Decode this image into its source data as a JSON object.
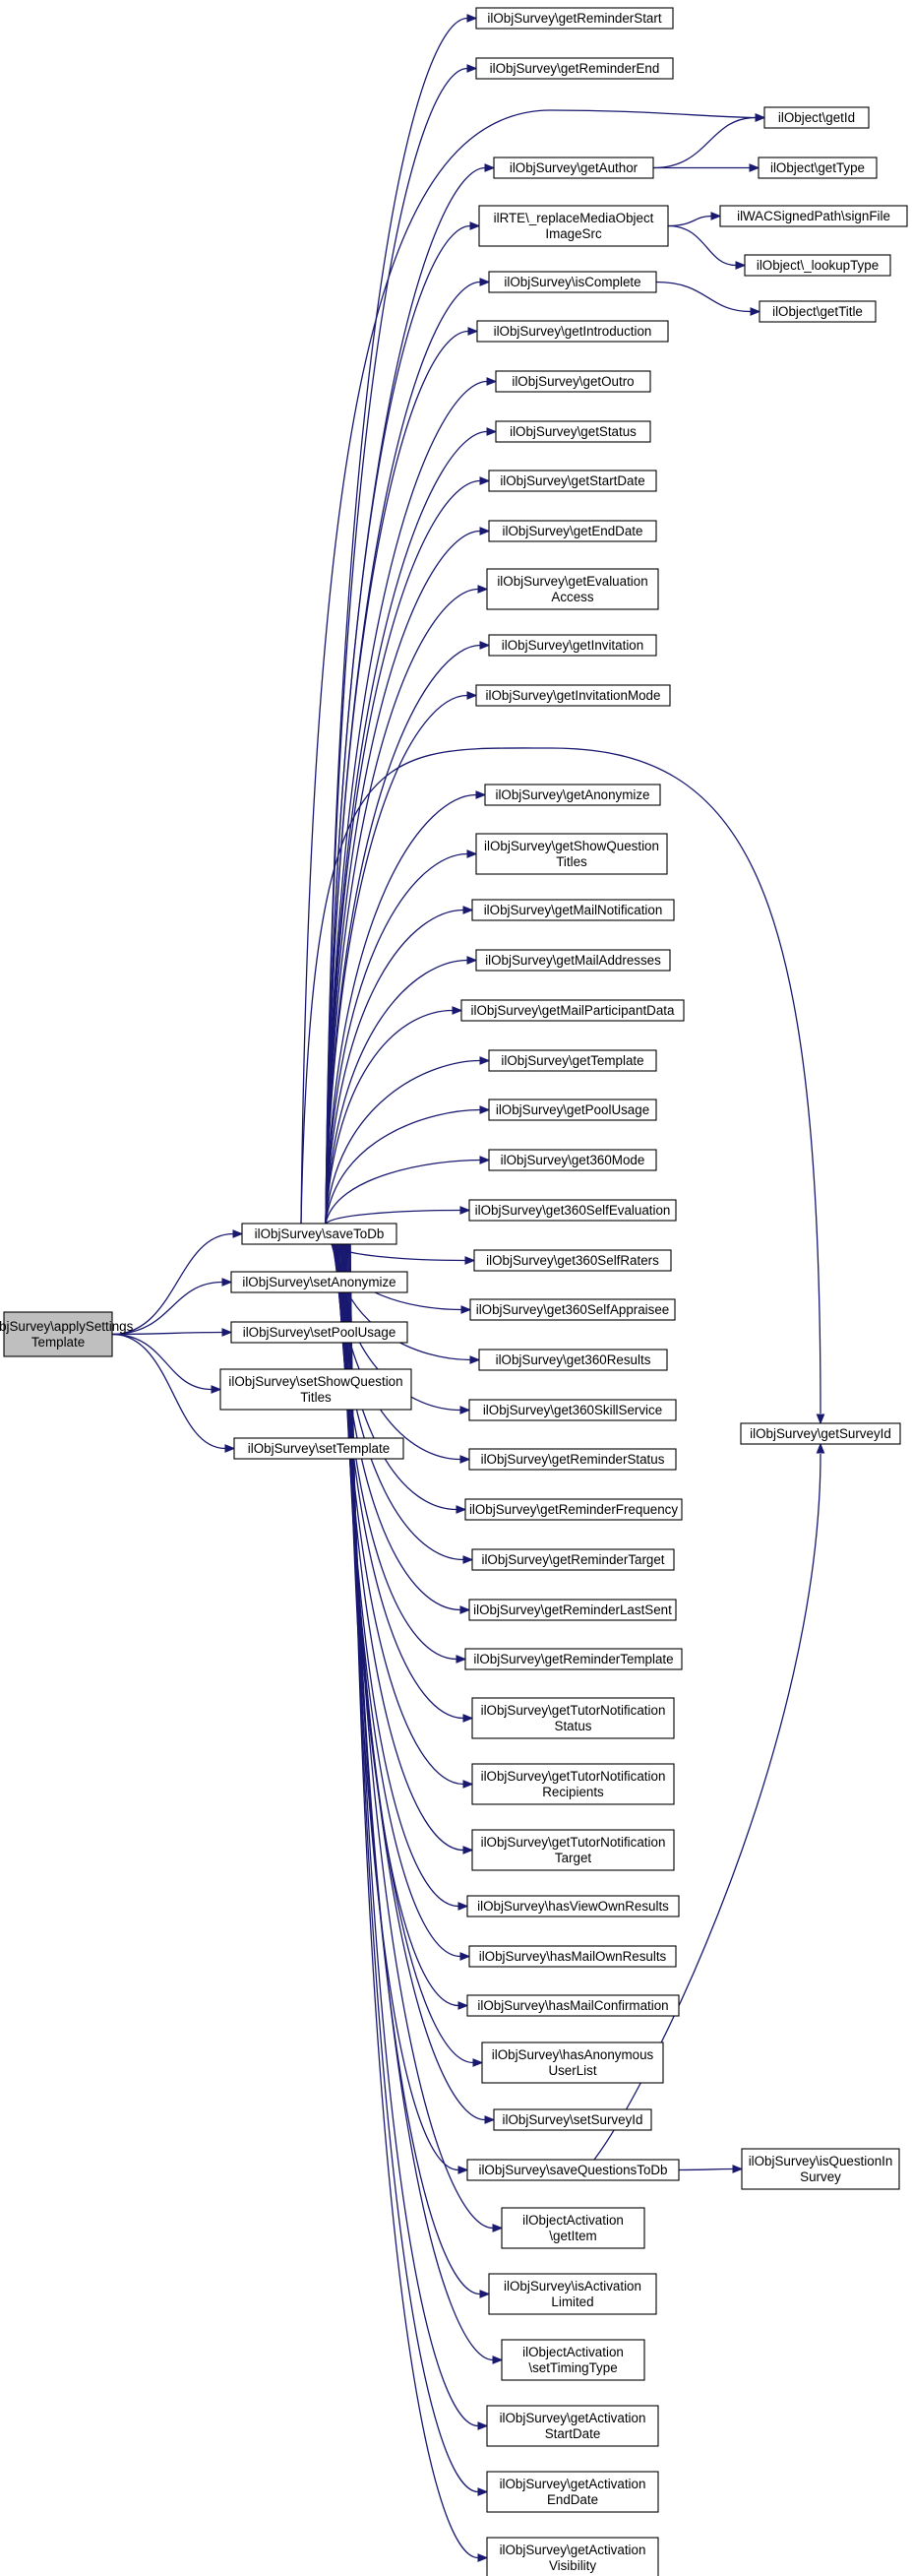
{
  "nodes": [
    {
      "id": "root",
      "lines": [
        "ilObjSurvey\\applySettings",
        "Template"
      ],
      "root": true
    },
    {
      "id": "saveToDb",
      "lines": [
        "ilObjSurvey\\saveToDb"
      ]
    },
    {
      "id": "setAnonymize",
      "lines": [
        "ilObjSurvey\\setAnonymize"
      ]
    },
    {
      "id": "setPoolUsage",
      "lines": [
        "ilObjSurvey\\setPoolUsage"
      ]
    },
    {
      "id": "setShowQuestionTitles",
      "lines": [
        "ilObjSurvey\\setShowQuestion",
        "Titles"
      ]
    },
    {
      "id": "setTemplate",
      "lines": [
        "ilObjSurvey\\setTemplate"
      ]
    },
    {
      "id": "getReminderStart",
      "lines": [
        "ilObjSurvey\\getReminderStart"
      ]
    },
    {
      "id": "getReminderEnd",
      "lines": [
        "ilObjSurvey\\getReminderEnd"
      ]
    },
    {
      "id": "getAuthor",
      "lines": [
        "ilObjSurvey\\getAuthor"
      ]
    },
    {
      "id": "replaceMedia",
      "lines": [
        "ilRTE\\_replaceMediaObject",
        "ImageSrc"
      ]
    },
    {
      "id": "isComplete",
      "lines": [
        "ilObjSurvey\\isComplete"
      ]
    },
    {
      "id": "getIntroduction",
      "lines": [
        "ilObjSurvey\\getIntroduction"
      ]
    },
    {
      "id": "getOutro",
      "lines": [
        "ilObjSurvey\\getOutro"
      ]
    },
    {
      "id": "getStatus",
      "lines": [
        "ilObjSurvey\\getStatus"
      ]
    },
    {
      "id": "getStartDate",
      "lines": [
        "ilObjSurvey\\getStartDate"
      ]
    },
    {
      "id": "getEndDate",
      "lines": [
        "ilObjSurvey\\getEndDate"
      ]
    },
    {
      "id": "getEvaluationAccess",
      "lines": [
        "ilObjSurvey\\getEvaluation",
        "Access"
      ]
    },
    {
      "id": "getInvitation",
      "lines": [
        "ilObjSurvey\\getInvitation"
      ]
    },
    {
      "id": "getInvitationMode",
      "lines": [
        "ilObjSurvey\\getInvitationMode"
      ]
    },
    {
      "id": "getAnonymize",
      "lines": [
        "ilObjSurvey\\getAnonymize"
      ]
    },
    {
      "id": "getShowQuestionTitles",
      "lines": [
        "ilObjSurvey\\getShowQuestion",
        "Titles"
      ]
    },
    {
      "id": "getMailNotification",
      "lines": [
        "ilObjSurvey\\getMailNotification"
      ]
    },
    {
      "id": "getMailAddresses",
      "lines": [
        "ilObjSurvey\\getMailAddresses"
      ]
    },
    {
      "id": "getMailParticipantData",
      "lines": [
        "ilObjSurvey\\getMailParticipantData"
      ]
    },
    {
      "id": "getTemplate",
      "lines": [
        "ilObjSurvey\\getTemplate"
      ]
    },
    {
      "id": "getPoolUsage",
      "lines": [
        "ilObjSurvey\\getPoolUsage"
      ]
    },
    {
      "id": "get360Mode",
      "lines": [
        "ilObjSurvey\\get360Mode"
      ]
    },
    {
      "id": "get360SelfEvaluation",
      "lines": [
        "ilObjSurvey\\get360SelfEvaluation"
      ]
    },
    {
      "id": "get360SelfRaters",
      "lines": [
        "ilObjSurvey\\get360SelfRaters"
      ]
    },
    {
      "id": "get360SelfAppraisee",
      "lines": [
        "ilObjSurvey\\get360SelfAppraisee"
      ]
    },
    {
      "id": "get360Results",
      "lines": [
        "ilObjSurvey\\get360Results"
      ]
    },
    {
      "id": "get360SkillService",
      "lines": [
        "ilObjSurvey\\get360SkillService"
      ]
    },
    {
      "id": "getReminderStatus",
      "lines": [
        "ilObjSurvey\\getReminderStatus"
      ]
    },
    {
      "id": "getReminderFrequency",
      "lines": [
        "ilObjSurvey\\getReminderFrequency"
      ]
    },
    {
      "id": "getReminderTarget",
      "lines": [
        "ilObjSurvey\\getReminderTarget"
      ]
    },
    {
      "id": "getReminderLastSent",
      "lines": [
        "ilObjSurvey\\getReminderLastSent"
      ]
    },
    {
      "id": "getReminderTemplate",
      "lines": [
        "ilObjSurvey\\getReminderTemplate"
      ]
    },
    {
      "id": "getTutorNotificationStatus",
      "lines": [
        "ilObjSurvey\\getTutorNotification",
        "Status"
      ]
    },
    {
      "id": "getTutorNotificationRecipients",
      "lines": [
        "ilObjSurvey\\getTutorNotification",
        "Recipients"
      ]
    },
    {
      "id": "getTutorNotificationTarget",
      "lines": [
        "ilObjSurvey\\getTutorNotification",
        "Target"
      ]
    },
    {
      "id": "hasViewOwnResults",
      "lines": [
        "ilObjSurvey\\hasViewOwnResults"
      ]
    },
    {
      "id": "hasMailOwnResults",
      "lines": [
        "ilObjSurvey\\hasMailOwnResults"
      ]
    },
    {
      "id": "hasMailConfirmation",
      "lines": [
        "ilObjSurvey\\hasMailConfirmation"
      ]
    },
    {
      "id": "hasAnonymousUserList",
      "lines": [
        "ilObjSurvey\\hasAnonymous",
        "UserList"
      ]
    },
    {
      "id": "setSurveyId",
      "lines": [
        "ilObjSurvey\\setSurveyId"
      ]
    },
    {
      "id": "saveQuestionsToDb",
      "lines": [
        "ilObjSurvey\\saveQuestionsToDb"
      ]
    },
    {
      "id": "actGetItem",
      "lines": [
        "ilObjectActivation",
        "\\getItem"
      ]
    },
    {
      "id": "isActivationLimited",
      "lines": [
        "ilObjSurvey\\isActivation",
        "Limited"
      ]
    },
    {
      "id": "setTimingType",
      "lines": [
        "ilObjectActivation",
        "\\setTimingType"
      ]
    },
    {
      "id": "getActivationStartDate",
      "lines": [
        "ilObjSurvey\\getActivation",
        "StartDate"
      ]
    },
    {
      "id": "getActivationEndDate",
      "lines": [
        "ilObjSurvey\\getActivation",
        "EndDate"
      ]
    },
    {
      "id": "getActivationVisibility",
      "lines": [
        "ilObjSurvey\\getActivation",
        "Visibility"
      ]
    },
    {
      "id": "objGetId",
      "lines": [
        "ilObject\\getId"
      ]
    },
    {
      "id": "objGetType",
      "lines": [
        "ilObject\\getType"
      ]
    },
    {
      "id": "signFile",
      "lines": [
        "ilWACSignedPath\\signFile"
      ]
    },
    {
      "id": "lookupType",
      "lines": [
        "ilObject\\_lookupType"
      ]
    },
    {
      "id": "objGetTitle",
      "lines": [
        "ilObject\\getTitle"
      ]
    },
    {
      "id": "getSurveyId",
      "lines": [
        "ilObjSurvey\\getSurveyId"
      ]
    },
    {
      "id": "isQuestionInSurvey",
      "lines": [
        "ilObjSurvey\\isQuestionIn",
        "Survey"
      ]
    }
  ],
  "edges": [
    [
      "root",
      "saveToDb"
    ],
    [
      "root",
      "setAnonymize"
    ],
    [
      "root",
      "setPoolUsage"
    ],
    [
      "root",
      "setShowQuestionTitles"
    ],
    [
      "root",
      "setTemplate"
    ],
    [
      "saveToDb",
      "getReminderStart"
    ],
    [
      "saveToDb",
      "getReminderEnd"
    ],
    [
      "saveToDb",
      "objGetId"
    ],
    [
      "saveToDb",
      "getAuthor"
    ],
    [
      "saveToDb",
      "replaceMedia"
    ],
    [
      "saveToDb",
      "isComplete"
    ],
    [
      "saveToDb",
      "getIntroduction"
    ],
    [
      "saveToDb",
      "getOutro"
    ],
    [
      "saveToDb",
      "getStatus"
    ],
    [
      "saveToDb",
      "getStartDate"
    ],
    [
      "saveToDb",
      "getEndDate"
    ],
    [
      "saveToDb",
      "getEvaluationAccess"
    ],
    [
      "saveToDb",
      "getInvitation"
    ],
    [
      "saveToDb",
      "getInvitationMode"
    ],
    [
      "saveToDb",
      "getSurveyId"
    ],
    [
      "saveToDb",
      "getAnonymize"
    ],
    [
      "saveToDb",
      "getShowQuestionTitles"
    ],
    [
      "saveToDb",
      "getMailNotification"
    ],
    [
      "saveToDb",
      "getMailAddresses"
    ],
    [
      "saveToDb",
      "getMailParticipantData"
    ],
    [
      "saveToDb",
      "getTemplate"
    ],
    [
      "saveToDb",
      "getPoolUsage"
    ],
    [
      "saveToDb",
      "get360Mode"
    ],
    [
      "saveToDb",
      "get360SelfEvaluation"
    ],
    [
      "saveToDb",
      "get360SelfRaters"
    ],
    [
      "saveToDb",
      "get360SelfAppraisee"
    ],
    [
      "saveToDb",
      "get360Results"
    ],
    [
      "saveToDb",
      "get360SkillService"
    ],
    [
      "saveToDb",
      "getReminderStatus"
    ],
    [
      "saveToDb",
      "getReminderFrequency"
    ],
    [
      "saveToDb",
      "getReminderTarget"
    ],
    [
      "saveToDb",
      "getReminderLastSent"
    ],
    [
      "saveToDb",
      "getReminderTemplate"
    ],
    [
      "saveToDb",
      "getTutorNotificationStatus"
    ],
    [
      "saveToDb",
      "getTutorNotificationRecipients"
    ],
    [
      "saveToDb",
      "getTutorNotificationTarget"
    ],
    [
      "saveToDb",
      "hasViewOwnResults"
    ],
    [
      "saveToDb",
      "hasMailOwnResults"
    ],
    [
      "saveToDb",
      "hasMailConfirmation"
    ],
    [
      "saveToDb",
      "hasAnonymousUserList"
    ],
    [
      "saveToDb",
      "setSurveyId"
    ],
    [
      "saveToDb",
      "saveQuestionsToDb"
    ],
    [
      "saveToDb",
      "actGetItem"
    ],
    [
      "saveToDb",
      "isActivationLimited"
    ],
    [
      "saveToDb",
      "setTimingType"
    ],
    [
      "saveToDb",
      "getActivationStartDate"
    ],
    [
      "saveToDb",
      "getActivationEndDate"
    ],
    [
      "saveToDb",
      "getActivationVisibility"
    ],
    [
      "getAuthor",
      "objGetId"
    ],
    [
      "getAuthor",
      "objGetType"
    ],
    [
      "replaceMedia",
      "signFile"
    ],
    [
      "replaceMedia",
      "lookupType"
    ],
    [
      "isComplete",
      "objGetTitle"
    ],
    [
      "saveQuestionsToDb",
      "getSurveyId"
    ],
    [
      "saveQuestionsToDb",
      "isQuestionInSurvey"
    ]
  ]
}
